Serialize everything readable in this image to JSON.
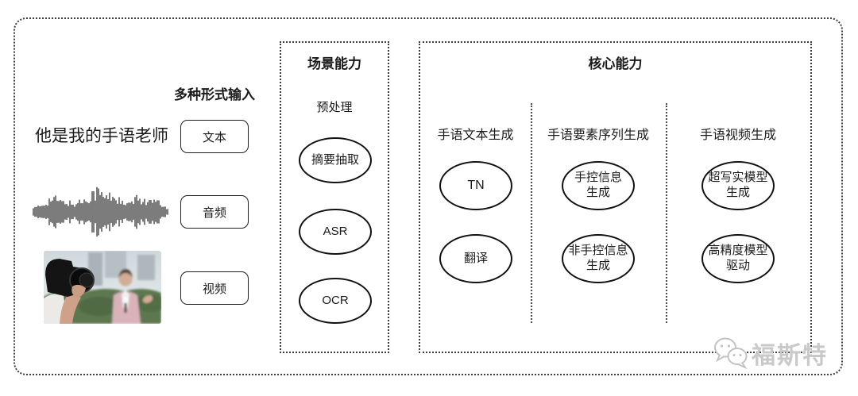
{
  "colors": {
    "ink": "#1a1a1a",
    "border": "#3c3c3c",
    "watermark": "#c9c9c9"
  },
  "input_section": {
    "heading": "多种形式输入",
    "sample_text": "他是我的手语老师",
    "boxes": [
      {
        "label": "文本"
      },
      {
        "label": "音频"
      },
      {
        "label": "视频"
      }
    ]
  },
  "scene_section": {
    "title": "场景能力",
    "subtitle": "预处理",
    "nodes": [
      "摘要抽取",
      "ASR",
      "OCR"
    ]
  },
  "core_section": {
    "title": "核心能力",
    "columns": [
      {
        "header": "手语文本生成",
        "nodes": [
          "TN",
          "翻译"
        ]
      },
      {
        "header": "手语要素序列生成",
        "nodes": [
          "手控信息\n生成",
          "非手控信息\n生成"
        ]
      },
      {
        "header": "手语视频生成",
        "nodes": [
          "超写实模型\n生成",
          "高精度模型\n驱动"
        ]
      }
    ]
  },
  "watermark": {
    "text": "福斯特"
  }
}
